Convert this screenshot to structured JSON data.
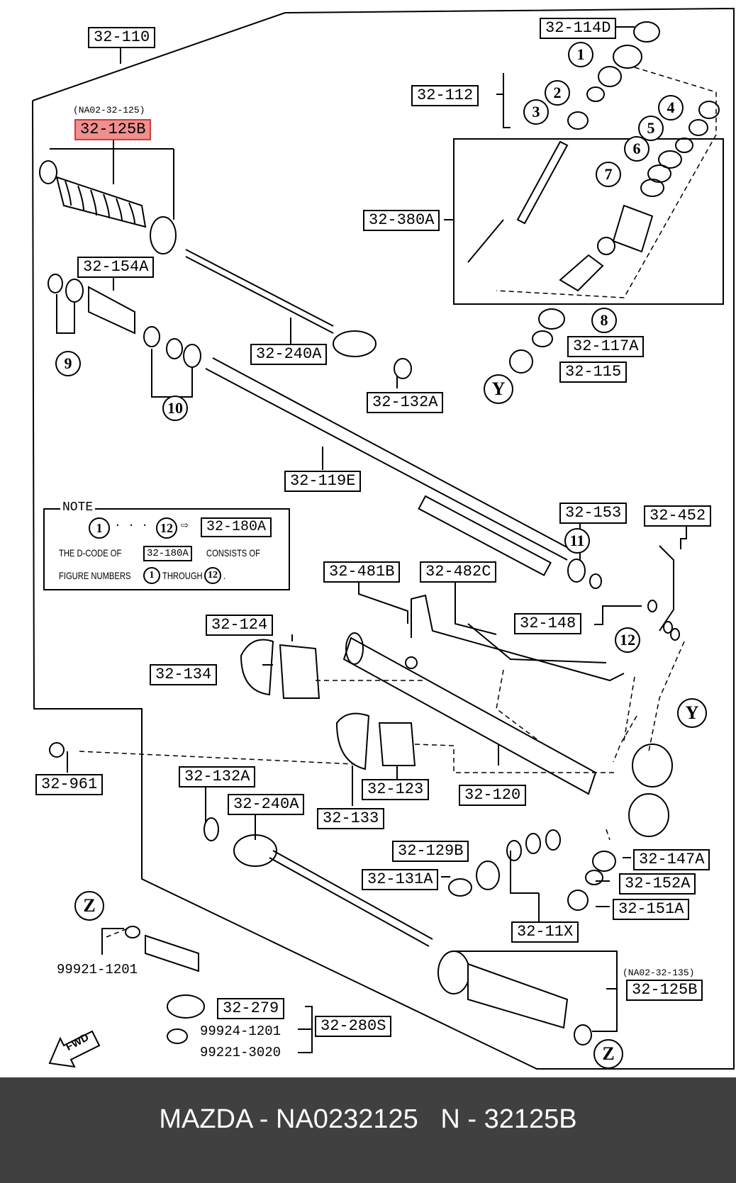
{
  "parts": {
    "p32_110": "32-110",
    "p32_114d": "32-114D",
    "p32_112": "32-112",
    "p32_125b_top": "32-125B",
    "p32_125b_top_note": "(NA02-32-125)",
    "p32_380a": "32-380A",
    "p32_154a": "32-154A",
    "p32_240a_top": "32-240A",
    "p32_117a": "32-117A",
    "p32_115": "32-115",
    "p32_132a_top": "32-132A",
    "p32_119e": "32-119E",
    "p32_153": "32-153",
    "p32_452": "32-452",
    "p32_481b": "32-481B",
    "p32_482c": "32-482C",
    "p32_148": "32-148",
    "p32_124": "32-124",
    "p32_134": "32-134",
    "p32_961": "32-961",
    "p32_132a_bottom": "32-132A",
    "p32_240a_bottom": "32-240A",
    "p32_123": "32-123",
    "p32_120": "32-120",
    "p32_133": "32-133",
    "p32_129b": "32-129B",
    "p32_147a": "32-147A",
    "p32_131a": "32-131A",
    "p32_152a": "32-152A",
    "p32_151a": "32-151A",
    "p32_11x": "32-11X",
    "p32_279": "32-279",
    "p32_280s": "32-280S",
    "p32_125b_bottom": "32-125B",
    "p32_125b_bottom_note": "(NA02-32-135)",
    "p99921": "99921-1201",
    "p99924": "99924-1201",
    "p99221": "99221-3020"
  },
  "callouts": {
    "c1": "1",
    "c2": "2",
    "c3": "3",
    "c4": "4",
    "c5": "5",
    "c6": "6",
    "c7": "7",
    "c8": "8",
    "c9": "9",
    "c10": "10",
    "c11": "11",
    "c12": "12",
    "cy1": "Y",
    "cy2": "Y",
    "cz1": "Z",
    "cz2": "Z"
  },
  "note": {
    "title": "NOTE",
    "start": "1",
    "dots": "· · ·",
    "end": "12",
    "arrow": "⇨",
    "target": "32-180A",
    "line1_a": "THE D-CODE OF",
    "line1_code": "32-180A",
    "line1_b": "CONSISTS OF",
    "line2_a": "FIGURE NUMBERS",
    "line2_start": "1",
    "line2_mid": "THROUGH",
    "line2_end": "12",
    "line2_dot": "."
  },
  "fwd": "FWD",
  "caption": "MAZDA - NA0232125   N - 32125B",
  "colors": {
    "highlight_fill": "#f08f8f",
    "highlight_border": "#d23a3a",
    "footer_bg": "#404040"
  }
}
